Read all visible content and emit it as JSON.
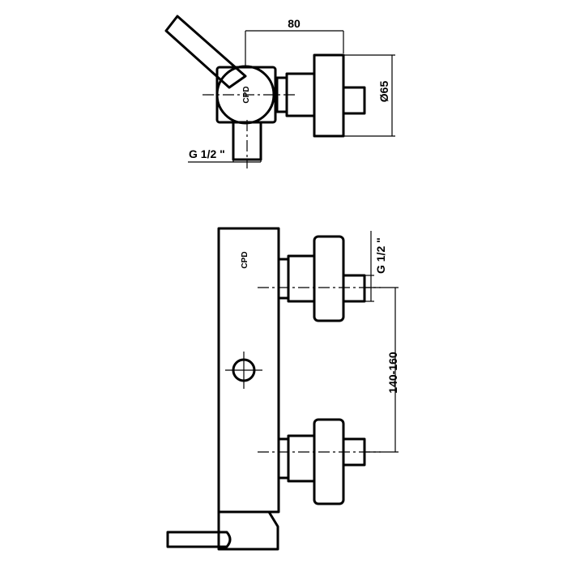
{
  "top_view": {
    "dim_width": "80",
    "dim_diameter": "Ø65",
    "dim_thread": "G 1/2 \""
  },
  "front_view": {
    "dim_thread": "G 1/2 \"",
    "dim_spacing": "140-160"
  },
  "logo_text": "CPD"
}
